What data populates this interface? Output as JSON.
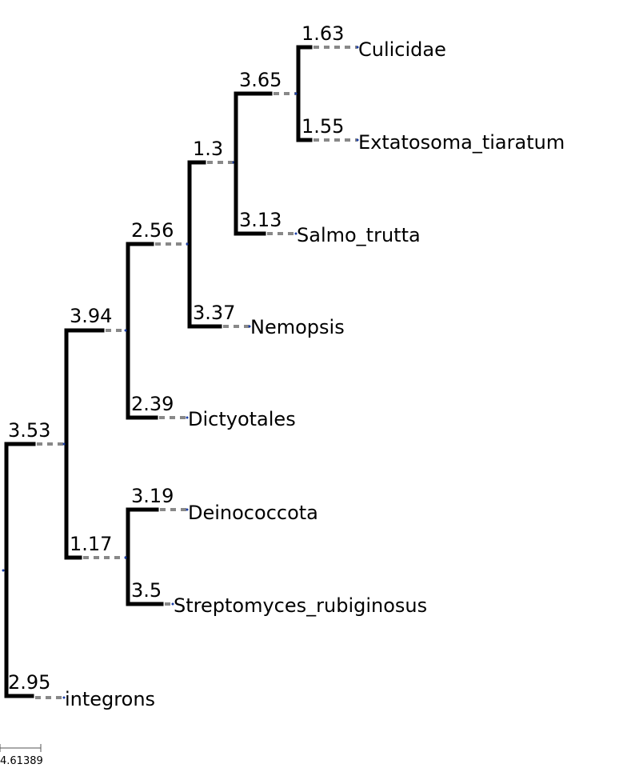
{
  "tree": {
    "branch_lengths": {
      "root_to_a": "3.53",
      "a_to_b": "3.94",
      "b_to_c": "2.56",
      "c_to_d": "1.3",
      "d_to_e": "3.65",
      "culicidae": "1.63",
      "extatosoma": "1.55",
      "salmo": "3.13",
      "nemopsis": "3.37",
      "dictyotales": "2.39",
      "a_to_f": "1.17",
      "deinococcota": "3.19",
      "streptomyces": "3.5",
      "integrons": "2.95"
    },
    "leaves": {
      "culicidae": "Culicidae",
      "extatosoma": "Extatosoma_tiaratum",
      "salmo": "Salmo_trutta",
      "nemopsis": "Nemopsis",
      "dictyotales": "Dictyotales",
      "deinococcota": "Deinococcota",
      "streptomyces": "Streptomyces_rubiginosus",
      "integrons": "integrons"
    },
    "scale_bar": "4.61389"
  },
  "colors": {
    "branch": "#000000",
    "dashed_extension": "#888888",
    "node_dot": "#1a3ea8"
  }
}
